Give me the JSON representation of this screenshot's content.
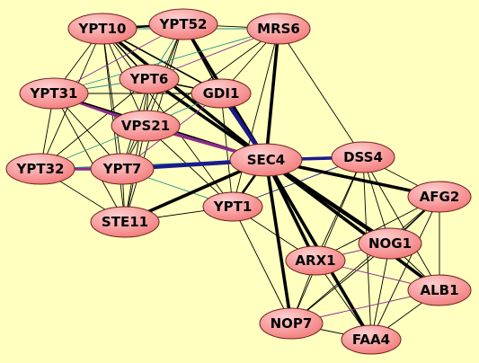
{
  "colors": {
    "background": "#ffffc0",
    "node_fill_light": "#ffd0d0",
    "node_fill_dark": "#f27a7a",
    "node_stroke": "#6b1e1e",
    "edge_black": "#000000",
    "edge_teal": "#1f8f8f",
    "edge_purple": "#8b2c8b",
    "edge_navy": "#1a1a8c"
  },
  "nodes": [
    {
      "id": "YPT10",
      "label": "YPT10"
    },
    {
      "id": "YPT52",
      "label": "YPT52"
    },
    {
      "id": "MRS6",
      "label": "MRS6"
    },
    {
      "id": "YPT6",
      "label": "YPT6"
    },
    {
      "id": "GDI1",
      "label": "GDI1"
    },
    {
      "id": "YPT31",
      "label": "YPT31"
    },
    {
      "id": "VPS21",
      "label": "VPS21"
    },
    {
      "id": "SEC4",
      "label": "SEC4"
    },
    {
      "id": "DSS4",
      "label": "DSS4"
    },
    {
      "id": "YPT32",
      "label": "YPT32"
    },
    {
      "id": "YPT7",
      "label": "YPT7"
    },
    {
      "id": "AFG2",
      "label": "AFG2"
    },
    {
      "id": "YPT1",
      "label": "YPT1"
    },
    {
      "id": "STE11",
      "label": "STE11"
    },
    {
      "id": "NOG1",
      "label": "NOG1"
    },
    {
      "id": "ARX1",
      "label": "ARX1"
    },
    {
      "id": "ALB1",
      "label": "ALB1"
    },
    {
      "id": "NOP7",
      "label": "NOP7"
    },
    {
      "id": "FAA4",
      "label": "FAA4"
    }
  ],
  "edges": [
    {
      "source": "YPT10",
      "target": "YPT52",
      "weight": 3,
      "color": "black"
    },
    {
      "source": "YPT10",
      "target": "MRS6",
      "weight": 1,
      "color": "teal"
    },
    {
      "source": "YPT10",
      "target": "YPT6",
      "weight": 2,
      "color": "black"
    },
    {
      "source": "YPT10",
      "target": "GDI1",
      "weight": 2,
      "color": "black"
    },
    {
      "source": "YPT10",
      "target": "YPT31",
      "weight": 1,
      "color": "black"
    },
    {
      "source": "YPT10",
      "target": "VPS21",
      "weight": 1,
      "color": "black"
    },
    {
      "source": "YPT10",
      "target": "SEC4",
      "weight": 4,
      "color": "black"
    },
    {
      "source": "YPT10",
      "target": "YPT32",
      "weight": 1,
      "color": "black"
    },
    {
      "source": "YPT10",
      "target": "YPT7",
      "weight": 1,
      "color": "black"
    },
    {
      "source": "YPT10",
      "target": "YPT1",
      "weight": 1,
      "color": "black"
    },
    {
      "source": "YPT10",
      "target": "STE11",
      "weight": 1,
      "color": "black"
    },
    {
      "source": "YPT52",
      "target": "MRS6",
      "weight": 1,
      "color": "black"
    },
    {
      "source": "YPT52",
      "target": "YPT6",
      "weight": 1,
      "color": "teal"
    },
    {
      "source": "YPT52",
      "target": "GDI1",
      "weight": 2,
      "color": "black"
    },
    {
      "source": "YPT52",
      "target": "YPT31",
      "weight": 1,
      "color": "purple"
    },
    {
      "source": "YPT52",
      "target": "VPS21",
      "weight": 1,
      "color": "black"
    },
    {
      "source": "YPT52",
      "target": "SEC4",
      "weight": 4,
      "color": "black"
    },
    {
      "source": "YPT52",
      "target": "YPT7",
      "weight": 1,
      "color": "black"
    },
    {
      "source": "YPT52",
      "target": "STE11",
      "weight": 1,
      "color": "black"
    },
    {
      "source": "MRS6",
      "target": "YPT6",
      "weight": 1,
      "color": "purple"
    },
    {
      "source": "MRS6",
      "target": "GDI1",
      "weight": 1,
      "color": "black"
    },
    {
      "source": "MRS6",
      "target": "SEC4",
      "weight": 4,
      "color": "black"
    },
    {
      "source": "MRS6",
      "target": "DSS4",
      "weight": 1,
      "color": "black"
    },
    {
      "source": "MRS6",
      "target": "YPT31",
      "weight": 1,
      "color": "teal"
    },
    {
      "source": "MRS6",
      "target": "VPS21",
      "weight": 1,
      "color": "black"
    },
    {
      "source": "MRS6",
      "target": "YPT1",
      "weight": 1,
      "color": "black"
    },
    {
      "source": "YPT6",
      "target": "GDI1",
      "weight": 2,
      "color": "black"
    },
    {
      "source": "YPT6",
      "target": "YPT31",
      "weight": 1,
      "color": "teal"
    },
    {
      "source": "YPT6",
      "target": "VPS21",
      "weight": 1,
      "color": "black"
    },
    {
      "source": "YPT6",
      "target": "SEC4",
      "weight": 4,
      "color": "black"
    },
    {
      "source": "YPT6",
      "target": "YPT32",
      "weight": 1,
      "color": "black"
    },
    {
      "source": "YPT6",
      "target": "YPT7",
      "weight": 1,
      "color": "black"
    },
    {
      "source": "YPT6",
      "target": "STE11",
      "weight": 1,
      "color": "black"
    },
    {
      "source": "GDI1",
      "target": "SEC4",
      "weight": 5,
      "color": "navy"
    },
    {
      "source": "GDI1",
      "target": "YPT31",
      "weight": 1,
      "color": "black"
    },
    {
      "source": "GDI1",
      "target": "VPS21",
      "weight": 1,
      "color": "teal"
    },
    {
      "source": "GDI1",
      "target": "YPT7",
      "weight": 1,
      "color": "purple"
    },
    {
      "source": "GDI1",
      "target": "YPT1",
      "weight": 1,
      "color": "black"
    },
    {
      "source": "YPT31",
      "target": "VPS21",
      "weight": 4,
      "color": "purple"
    },
    {
      "source": "YPT31",
      "target": "YPT32",
      "weight": 1,
      "color": "black"
    },
    {
      "source": "YPT31",
      "target": "YPT7",
      "weight": 1,
      "color": "black"
    },
    {
      "source": "YPT31",
      "target": "STE11",
      "weight": 1,
      "color": "black"
    },
    {
      "source": "YPT31",
      "target": "SEC4",
      "weight": 2,
      "color": "black"
    },
    {
      "source": "VPS21",
      "target": "SEC4",
      "weight": 4,
      "color": "purple"
    },
    {
      "source": "VPS21",
      "target": "YPT32",
      "weight": 1,
      "color": "teal"
    },
    {
      "source": "VPS21",
      "target": "YPT7",
      "weight": 1,
      "color": "black"
    },
    {
      "source": "VPS21",
      "target": "STE11",
      "weight": 1,
      "color": "black"
    },
    {
      "source": "VPS21",
      "target": "YPT1",
      "weight": 1,
      "color": "black"
    },
    {
      "source": "YPT32",
      "target": "YPT7",
      "weight": 4,
      "color": "purple"
    },
    {
      "source": "YPT32",
      "target": "STE11",
      "weight": 1,
      "color": "black"
    },
    {
      "source": "YPT32",
      "target": "SEC4",
      "weight": 1,
      "color": "teal"
    },
    {
      "source": "YPT7",
      "target": "SEC4",
      "weight": 5,
      "color": "navy"
    },
    {
      "source": "YPT7",
      "target": "STE11",
      "weight": 1,
      "color": "black"
    },
    {
      "source": "YPT7",
      "target": "YPT1",
      "weight": 1,
      "color": "teal"
    },
    {
      "source": "STE11",
      "target": "SEC4",
      "weight": 4,
      "color": "black"
    },
    {
      "source": "STE11",
      "target": "YPT1",
      "weight": 1,
      "color": "black"
    },
    {
      "source": "YPT1",
      "target": "SEC4",
      "weight": 3,
      "color": "black"
    },
    {
      "source": "YPT1",
      "target": "DSS4",
      "weight": 1,
      "color": "navy"
    },
    {
      "source": "YPT1",
      "target": "ARX1",
      "weight": 1,
      "color": "black"
    },
    {
      "source": "YPT1",
      "target": "NOP7",
      "weight": 1,
      "color": "black"
    },
    {
      "source": "SEC4",
      "target": "DSS4",
      "weight": 4,
      "color": "navy"
    },
    {
      "source": "SEC4",
      "target": "AFG2",
      "weight": 4,
      "color": "black"
    },
    {
      "source": "SEC4",
      "target": "NOG1",
      "weight": 5,
      "color": "black"
    },
    {
      "source": "SEC4",
      "target": "ARX1",
      "weight": 4,
      "color": "black"
    },
    {
      "source": "SEC4",
      "target": "ALB1",
      "weight": 4,
      "color": "black"
    },
    {
      "source": "SEC4",
      "target": "NOP7",
      "weight": 4,
      "color": "black"
    },
    {
      "source": "SEC4",
      "target": "FAA4",
      "weight": 4,
      "color": "black"
    },
    {
      "source": "DSS4",
      "target": "AFG2",
      "weight": 1,
      "color": "black"
    },
    {
      "source": "DSS4",
      "target": "NOG1",
      "weight": 1,
      "color": "black"
    },
    {
      "source": "DSS4",
      "target": "ARX1",
      "weight": 1,
      "color": "black"
    },
    {
      "source": "DSS4",
      "target": "ALB1",
      "weight": 1,
      "color": "black"
    },
    {
      "source": "DSS4",
      "target": "NOP7",
      "weight": 1,
      "color": "black"
    },
    {
      "source": "DSS4",
      "target": "FAA4",
      "weight": 1,
      "color": "black"
    },
    {
      "source": "AFG2",
      "target": "NOG1",
      "weight": 2,
      "color": "black"
    },
    {
      "source": "AFG2",
      "target": "ARX1",
      "weight": 1,
      "color": "black"
    },
    {
      "source": "AFG2",
      "target": "ALB1",
      "weight": 1,
      "color": "black"
    },
    {
      "source": "AFG2",
      "target": "NOP7",
      "weight": 1,
      "color": "black"
    },
    {
      "source": "AFG2",
      "target": "FAA4",
      "weight": 1,
      "color": "black"
    },
    {
      "source": "NOG1",
      "target": "ARX1",
      "weight": 1,
      "color": "purple"
    },
    {
      "source": "NOG1",
      "target": "ALB1",
      "weight": 1,
      "color": "black"
    },
    {
      "source": "NOG1",
      "target": "NOP7",
      "weight": 1,
      "color": "black"
    },
    {
      "source": "NOG1",
      "target": "FAA4",
      "weight": 1,
      "color": "black"
    },
    {
      "source": "ARX1",
      "target": "ALB1",
      "weight": 1,
      "color": "purple"
    },
    {
      "source": "ARX1",
      "target": "NOP7",
      "weight": 1,
      "color": "black"
    },
    {
      "source": "ARX1",
      "target": "FAA4",
      "weight": 1,
      "color": "black"
    },
    {
      "source": "ALB1",
      "target": "NOP7",
      "weight": 1,
      "color": "purple"
    },
    {
      "source": "ALB1",
      "target": "FAA4",
      "weight": 1,
      "color": "black"
    },
    {
      "source": "NOP7",
      "target": "FAA4",
      "weight": 1,
      "color": "black"
    }
  ]
}
